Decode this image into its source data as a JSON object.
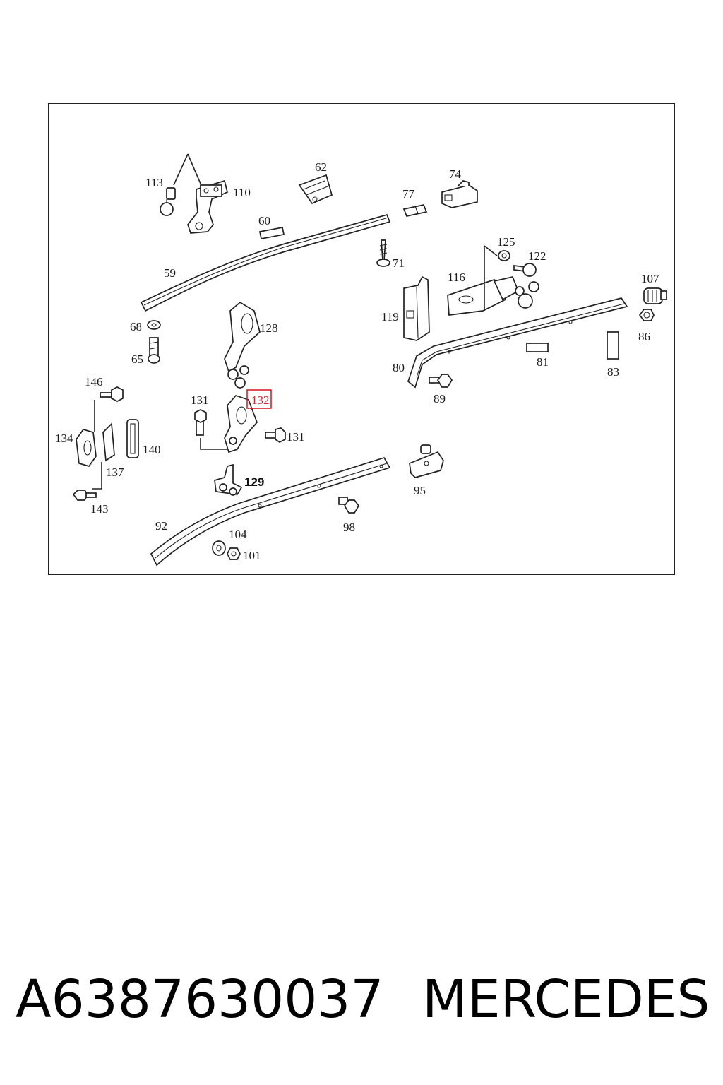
{
  "diagram": {
    "labels": [
      "113",
      "110",
      "62",
      "74",
      "77",
      "60",
      "71",
      "125",
      "122",
      "59",
      "116",
      "107",
      "68",
      "128",
      "119",
      "86",
      "65",
      "80",
      "81",
      "83",
      "146",
      "132",
      "89",
      "131",
      "134",
      "137",
      "140",
      "129",
      "95",
      "143",
      "92",
      "104",
      "98",
      "101"
    ],
    "highlighted_label": "132",
    "highlight_color": "#d9222a"
  },
  "footer": {
    "part_number": "A6387630037",
    "brand": "MERCEDES"
  }
}
